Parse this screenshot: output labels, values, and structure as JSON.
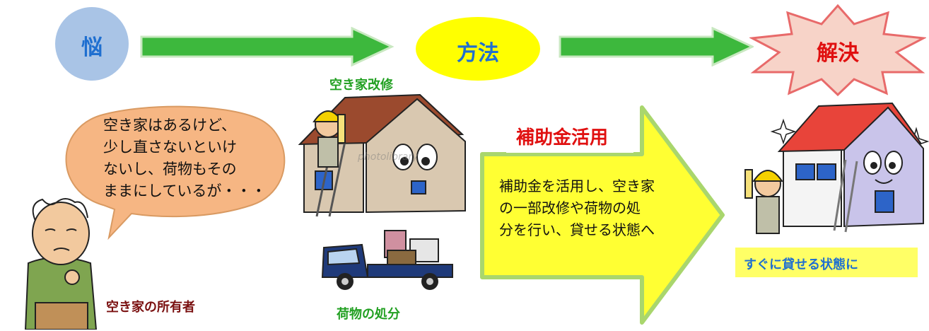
{
  "flow": {
    "problem_label": "悩",
    "method_label": "方法",
    "solution_label": "解決"
  },
  "speech": {
    "lines": [
      "空き家はあるけど、",
      "少し直さないといけ",
      "ないし、荷物もその",
      "ままにしているが・・・"
    ]
  },
  "owner_caption": "空き家の所有者",
  "renovation_caption": "空き家改修",
  "disposal_caption": "荷物の処分",
  "subsidy": {
    "title": "補助金活用",
    "lines": [
      "補助金を活用し、空き家",
      "の一部改修や荷物の処",
      "分を行い、貸せる状態へ"
    ]
  },
  "result_caption": "すぐに貸せる状態に",
  "watermarks": [
    "photolibrary"
  ],
  "colors": {
    "problem_circle": "#a9c4e6",
    "problem_text": "#1f6fd0",
    "method_ellipse": "#ffff00",
    "method_text": "#1f6fd0",
    "solution_star": "#f7d3c8",
    "solution_text": "#e01010",
    "flow_arrow": "#3db83d",
    "speech_bubble": "#f6b683",
    "big_arrow": "#ffff33",
    "big_arrow_border": "#a9d66d",
    "subsidy_title": "#e01010",
    "green_caption": "#22a022",
    "owner_caption": "#7a1010",
    "result_bg": "#ffff66",
    "result_text": "#1f6fd0"
  }
}
